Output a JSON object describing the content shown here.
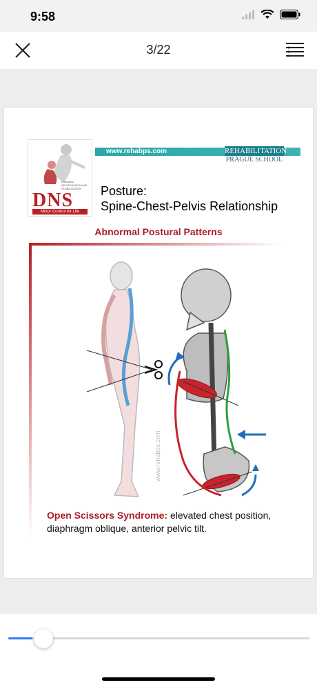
{
  "status_bar": {
    "time": "9:58"
  },
  "nav": {
    "page_indicator": "3/22"
  },
  "slide": {
    "url": "www.rehabps.com",
    "brand_line1": "REHABILITATION",
    "brand_line2": "PRAGUE SCHOOL",
    "logo_text": "DNS",
    "logo_tagline": "Motor Control for Life",
    "logo_small": "DYNAMIC NEUROMUSCULAR STABILIZATION",
    "title_line1": "Posture:",
    "title_line2": "Spine-Chest-Pelvis Relationship",
    "subtitle": "Abnormal Postural Patterns",
    "watermark": "www.rehabps.com",
    "caption_bold": "Open Scissors Syndrome:",
    "caption_text": "elevated chest position, diaphragm oblique, anterior pelvic tilt."
  },
  "slider": {
    "value": 0.08
  },
  "colors": {
    "accent": "#2f7bf5",
    "brand_red": "#a91d25",
    "brand_teal": "#2aa7a8"
  }
}
